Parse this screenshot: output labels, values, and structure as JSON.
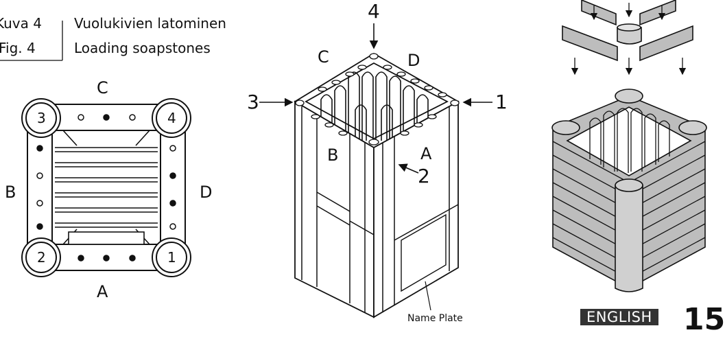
{
  "caption": {
    "fig_fi": "Kuva 4",
    "fig_en": "Fig. 4",
    "title_fi": "Vuolukivien latominen",
    "title_en": "Loading soapstones"
  },
  "top_view": {
    "side_top": "C",
    "side_bottom": "A",
    "side_left": "B",
    "side_right": "D",
    "corners": [
      "1",
      "2",
      "3",
      "4"
    ]
  },
  "iso_view": {
    "side_c": "C",
    "side_d": "D",
    "side_b": "B",
    "side_a": "A",
    "arrows": [
      "1",
      "2",
      "3",
      "4"
    ],
    "name_plate": "Name Plate"
  },
  "footer": {
    "language": "ENGLISH",
    "page": "15"
  }
}
